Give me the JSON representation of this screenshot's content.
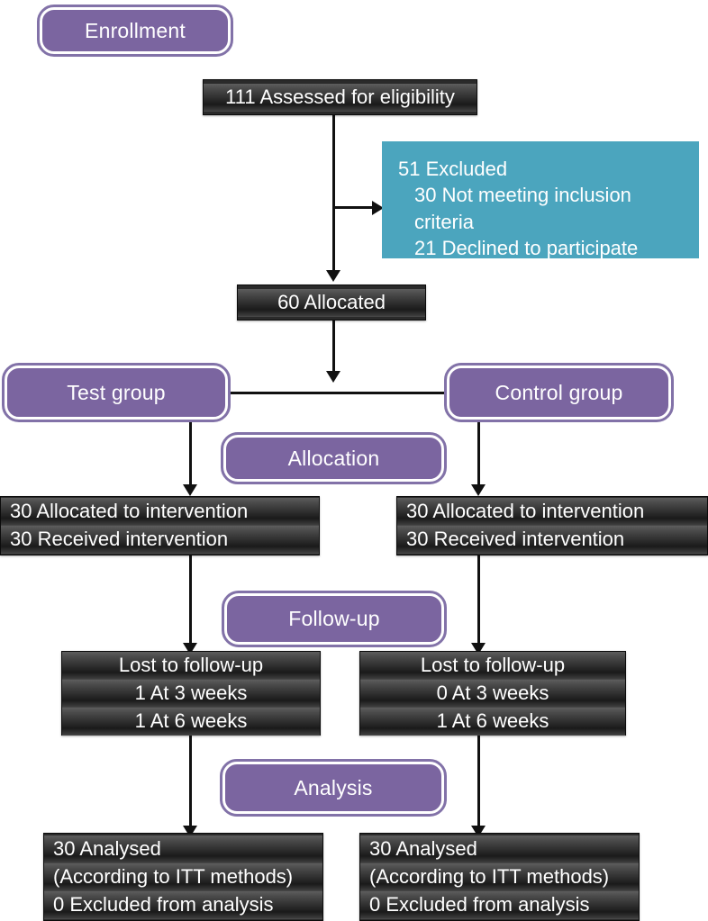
{
  "diagram": {
    "title": "CONSORT participant flow diagram",
    "colors": {
      "stage_fill": "#7b65a0",
      "stage_border": "#8272a8",
      "excluded_fill": "#4ba5be",
      "box_dark": "#2a2a2a",
      "connector": "#111111",
      "text_on_dark": "#ffffff",
      "background": "#ffffff"
    }
  },
  "stages": {
    "enrollment": "Enrollment",
    "allocation": "Allocation",
    "followup": "Follow-up",
    "analysis": "Analysis"
  },
  "groups": {
    "test": "Test group",
    "control": "Control group"
  },
  "enrollment": {
    "assessed": "111 Assessed for eligibility",
    "excluded_total": "51 Excluded",
    "excluded_reason_1": "30 Not meeting inclusion criteria",
    "excluded_reason_2": "21 Declined to participate",
    "allocated": "60 Allocated"
  },
  "allocation": {
    "test": {
      "line1": "30 Allocated to intervention",
      "line2": "30 Received intervention"
    },
    "control": {
      "line1": "30 Allocated to intervention",
      "line2": "30 Received intervention"
    }
  },
  "followup": {
    "test": {
      "line1": "Lost to follow-up",
      "line2": "1 At 3 weeks",
      "line3": "1 At 6 weeks"
    },
    "control": {
      "line1": "Lost to follow-up",
      "line2": "0 At 3 weeks",
      "line3": "1 At 6 weeks"
    }
  },
  "analysis": {
    "test": {
      "line1": "30 Analysed",
      "line2": "(According to ITT methods)",
      "line3": "0 Excluded from analysis"
    },
    "control": {
      "line1": "30 Analysed",
      "line2": "(According to ITT methods)",
      "line3": "0 Excluded from analysis"
    }
  },
  "chart_data": {
    "type": "diagram",
    "title": "CONSORT flow diagram",
    "nodes": [
      {
        "id": "assessed",
        "label": "111 Assessed for eligibility",
        "value": 111,
        "style": "dark"
      },
      {
        "id": "excluded",
        "label": "51 Excluded",
        "value": 51,
        "style": "teal",
        "children": [
          {
            "label": "30 Not meeting inclusion criteria",
            "value": 30
          },
          {
            "label": "21 Declined to participate",
            "value": 21
          }
        ]
      },
      {
        "id": "allocated",
        "label": "60 Allocated",
        "value": 60,
        "style": "dark"
      },
      {
        "id": "test-group",
        "label": "Test group",
        "style": "stage"
      },
      {
        "id": "control-group",
        "label": "Control group",
        "style": "stage"
      },
      {
        "id": "test-alloc",
        "label": "30 Allocated to intervention / 30 Received intervention",
        "value": 30,
        "style": "dark"
      },
      {
        "id": "control-alloc",
        "label": "30 Allocated to intervention / 30 Received intervention",
        "value": 30,
        "style": "dark"
      },
      {
        "id": "test-followup",
        "label": "Lost to follow-up: 1 At 3 weeks, 1 At 6 weeks",
        "style": "dark"
      },
      {
        "id": "control-followup",
        "label": "Lost to follow-up: 0 At 3 weeks, 1 At 6 weeks",
        "style": "dark"
      },
      {
        "id": "test-analysis",
        "label": "30 Analysed (According to ITT methods), 0 Excluded from analysis",
        "value": 30,
        "style": "dark"
      },
      {
        "id": "control-analysis",
        "label": "30 Analysed (According to ITT methods), 0 Excluded from analysis",
        "value": 30,
        "style": "dark"
      }
    ],
    "stage_labels": [
      "Enrollment",
      "Allocation",
      "Follow-up",
      "Analysis"
    ]
  }
}
